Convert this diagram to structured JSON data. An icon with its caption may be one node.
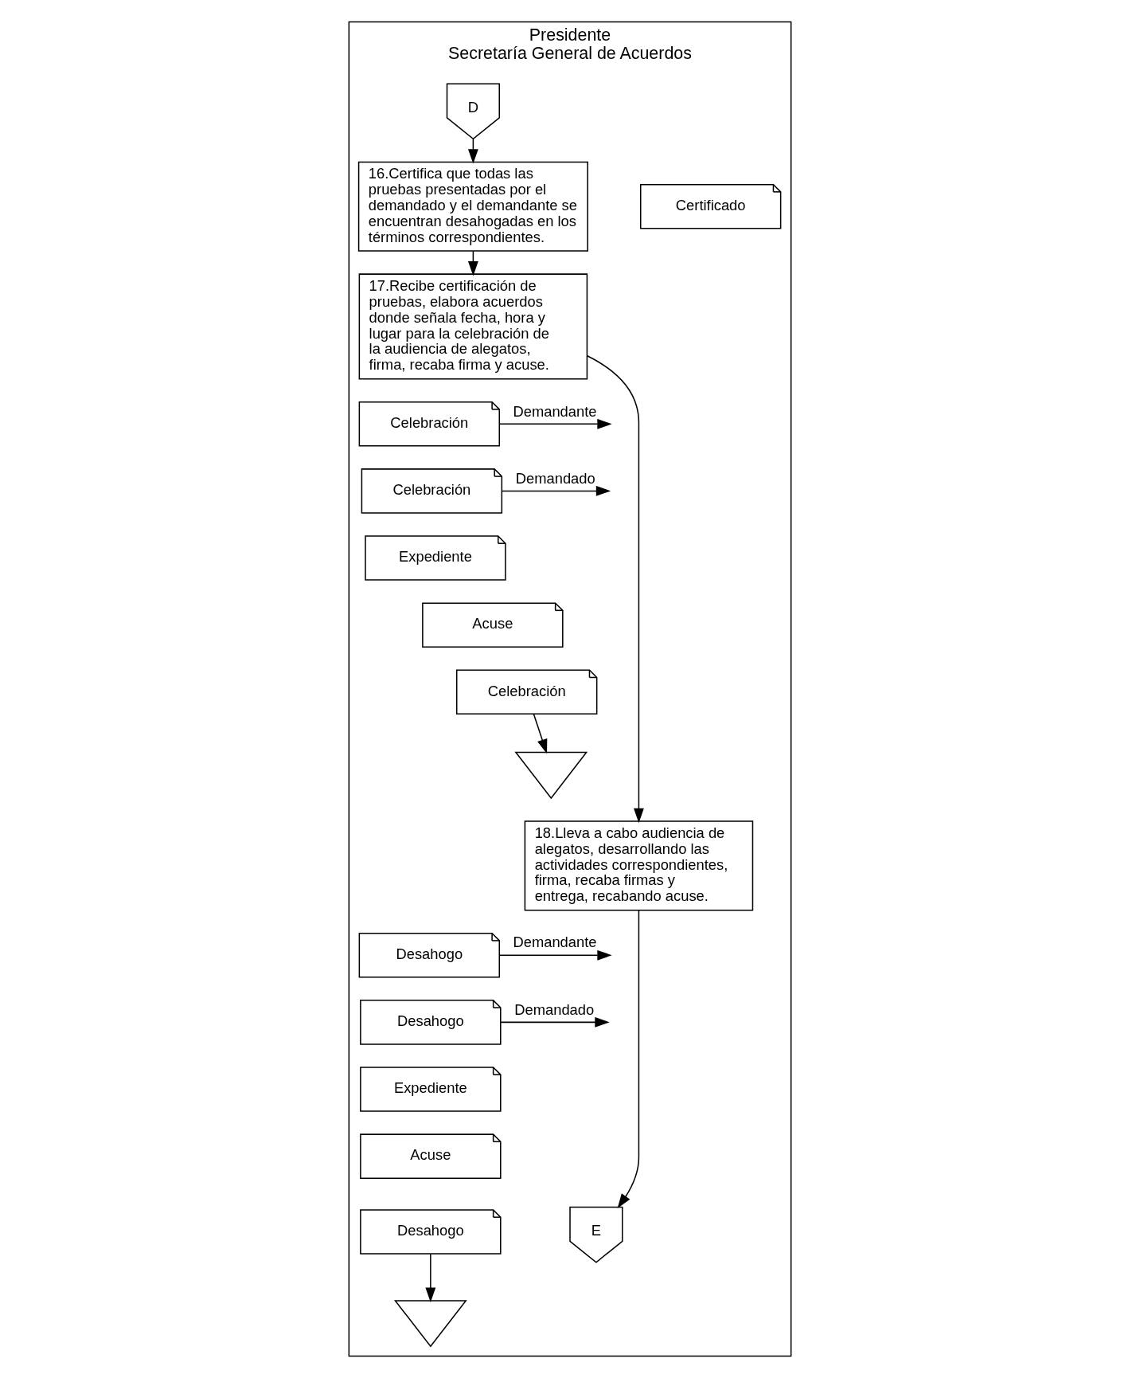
{
  "diagram": {
    "nodes": [
      {
        "text": [
          "Presidente",
          "Secretaría General de Acuerdos"
        ]
      },
      {
        "text": [
          "D"
        ],
        "in": 0
      },
      {
        "text": [
          "16.Certifica que todas las pruebas presentadas por el demandado y el demandante se encuentran desahogadas en los términos correspondientes."
        ],
        "in": 0
      },
      {
        "text": [
          "Certificado"
        ],
        "in": 0
      },
      {
        "text": [
          "17.Recibe certificación de pruebas, elabora acuerdos donde señala fecha, hora y lugar para la celebración de la audiencia de alegatos, firma, recaba firma y acuse."
        ],
        "in": 0
      },
      {
        "text": [
          "Celebración"
        ],
        "in": 0
      },
      {
        "text": [
          "Celebración"
        ],
        "in": 0
      },
      {
        "text": [
          "Expediente"
        ],
        "in": 0
      },
      {
        "text": [
          "Acuse"
        ],
        "in": 0
      },
      {
        "text": [
          "Celebración"
        ],
        "in": 0
      },
      {
        "text": [],
        "shape": "triangle",
        "in": 0
      },
      {
        "text": [
          "18.Lleva a cabo audiencia de alegatos, desarrollando las actividades correspondientes, firma, recaba firmas y entrega, recabando acuse."
        ],
        "in": 0
      },
      {
        "text": [
          "Desahogo"
        ],
        "in": 0
      },
      {
        "text": [
          "Desahogo"
        ],
        "in": 0
      },
      {
        "text": [
          "Expediente"
        ],
        "in": 0
      },
      {
        "text": [
          "Acuse"
        ],
        "in": 0
      },
      {
        "text": [
          "Desahogo"
        ],
        "in": 0
      },
      {
        "text": [],
        "shape": "triangle",
        "in": 0
      },
      {
        "text": [
          "E"
        ],
        "in": 0
      }
    ],
    "edges": [
      {
        "from": 1,
        "to": 2,
        "arrow": "to"
      },
      {
        "from": 2,
        "to": 4,
        "arrow": "to"
      },
      {
        "from": 4,
        "to": 11,
        "arrow": "to"
      },
      {
        "from": 5,
        "to": null,
        "arrow": "to",
        "label": "Demandante"
      },
      {
        "from": 6,
        "to": null,
        "arrow": "to",
        "label": "Demandado"
      },
      {
        "from": 9,
        "to": 10,
        "arrow": "to"
      },
      {
        "from": 11,
        "to": 18,
        "arrow": "to"
      },
      {
        "from": 12,
        "to": null,
        "arrow": "to",
        "label": "Demandante"
      },
      {
        "from": 13,
        "to": null,
        "arrow": "to",
        "label": "Demandado"
      },
      {
        "from": 16,
        "to": 17,
        "arrow": "to"
      }
    ]
  }
}
